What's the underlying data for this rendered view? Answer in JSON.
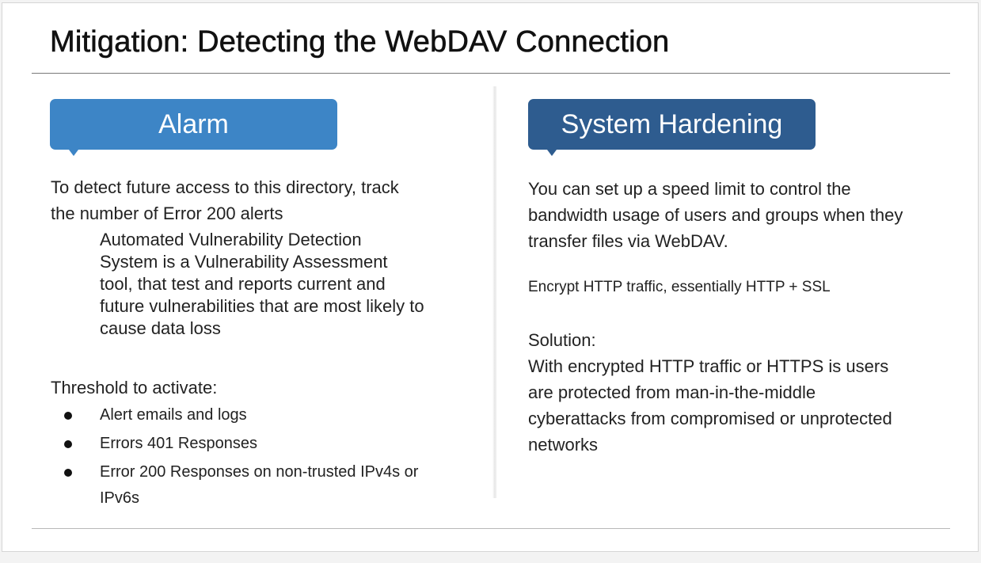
{
  "slide": {
    "title": "Mitigation: Detecting the WebDAV Connection"
  },
  "alarm": {
    "heading": "Alarm",
    "intro": "To detect future access to this directory, track the number of Error 200 alerts",
    "indent": "Automated Vulnerability Detection System is a Vulnerability Assessment tool, that test and reports current and future vulnerabilities that are most likely to cause data loss",
    "threshold_label": "Threshold to activate:",
    "bullets": [
      "Alert emails and logs",
      "Errors 401 Responses",
      "Error 200 Responses on non-trusted IPv4s or IPv6s"
    ]
  },
  "hardening": {
    "heading": "System Hardening",
    "paragraph": "You can set up a speed limit to control the bandwidth usage of users and groups when they transfer files via WebDAV.",
    "encrypt_note": "Encrypt HTTP traffic, essentially HTTP + SSL",
    "solution_label": "Solution:",
    "solution_text": "With encrypted HTTP traffic or HTTPS is users are protected from man-in-the-middle cyberattacks from compromised or unprotected networks"
  },
  "colors": {
    "alarm_callout": "#3d85c6",
    "hardening_callout": "#2e5c8f"
  }
}
